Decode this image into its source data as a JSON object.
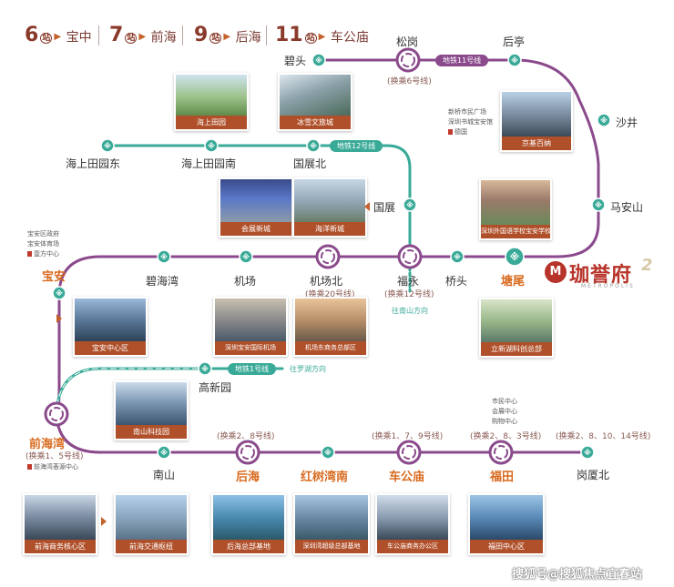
{
  "header": {
    "items": [
      {
        "num": "6",
        "unit": "站",
        "dest": "宝中"
      },
      {
        "num": "7",
        "unit": "站",
        "dest": "前海"
      },
      {
        "num": "9",
        "unit": "站",
        "dest": "后海"
      },
      {
        "num": "11",
        "unit": "站",
        "dest": "车公庙"
      }
    ]
  },
  "colors": {
    "purple_line": "#8a4a8c",
    "teal_line": "#3aaa98",
    "highlight": "#d86a1e",
    "caption_bg": "#b0502a",
    "brand": "#b7342a"
  },
  "lines": {
    "line11": "地铁11号线",
    "line12": "地铁12号线",
    "line1": "地铁1号线",
    "line12_extension": "往南山方向",
    "line1_extension": "往罗湖方向"
  },
  "stations": {
    "bitou": "碧头",
    "songgang": "松岗",
    "songgang_transfer": "(换乘6号线)",
    "houting": "后亭",
    "shajing": "沙井",
    "maanshan": "马安山",
    "haishangtianyuandong": "海上田园东",
    "haishangtianyuannan": "海上田园南",
    "guozhanbei": "国展北",
    "guozhan": "国展",
    "baoan": "宝安",
    "bihaiwan": "碧海湾",
    "jichang": "机场",
    "jichangbei": "机场北",
    "jichangbei_transfer": "(换乘20号线)",
    "fuyong": "福永",
    "fuyong_transfer": "(换乘12号线)",
    "qiaotou": "桥头",
    "tangwei": "塘尾",
    "gaoxinyuan": "高新园",
    "qianhaiwan": "前海湾",
    "qianhaiwan_transfer": "(换乘1、5号线)",
    "nanshan": "南山",
    "houhai": "后海",
    "houhai_transfer": "(换乘2、8号线)",
    "hongshuwannan": "红树湾南",
    "chegongmiao": "车公庙",
    "chegongmiao_transfer": "(换乘1、7、9号线)",
    "futian": "福田",
    "futian_transfer": "(换乘2、8、3号线)",
    "gangxiabei": "岗厦北",
    "gangxiabei_transfer": "(换乘2、8、10、14号线)"
  },
  "photos": [
    {
      "key": "haishangtianyuan",
      "caption": "海上田园"
    },
    {
      "key": "bingxue",
      "caption": "冰雪文旅城"
    },
    {
      "key": "jingjibaina",
      "caption": "京基百纳"
    },
    {
      "key": "huizhan",
      "caption": "会展新城"
    },
    {
      "key": "haiyang",
      "caption": "海洋新城"
    },
    {
      "key": "school",
      "caption": "深圳外国语学校宝安学校"
    },
    {
      "key": "baoanzhongxin",
      "caption": "宝安中心区"
    },
    {
      "key": "airport",
      "caption": "深圳宝安国际机场"
    },
    {
      "key": "airport_east",
      "caption": "机场东商务总部区"
    },
    {
      "key": "lihu",
      "caption": "立新湖科创总部"
    },
    {
      "key": "nanshankeji",
      "caption": "南山科技园"
    },
    {
      "key": "qianhaicore",
      "caption": "前海商务核心区"
    },
    {
      "key": "qianhaihub",
      "caption": "前海交通枢纽"
    },
    {
      "key": "houhaihq",
      "caption": "后海总部基地"
    },
    {
      "key": "shenzhenbay",
      "caption": "深圳湾超级总部基地"
    },
    {
      "key": "chegongmiaocbd",
      "caption": "车公庙商务办公区"
    },
    {
      "key": "futiancbd",
      "caption": "福田中心区"
    }
  ],
  "poi": {
    "shajing": [
      "新桥市民广场",
      "深圳书城宝安馆",
      "德国"
    ],
    "baoan": [
      "宝安区政府",
      "宝安体育场",
      "壹方中心"
    ],
    "qianhaiwan": [
      "前海湾荟源中心"
    ],
    "futian": [
      "市民中心",
      "会展中心",
      "购物中心"
    ]
  },
  "brand": {
    "name": "珈誉府",
    "english": "METROPOLIS",
    "mark": "2",
    "logo": "M"
  },
  "watermark": "搜狐号@搜狐焦点宜春站"
}
